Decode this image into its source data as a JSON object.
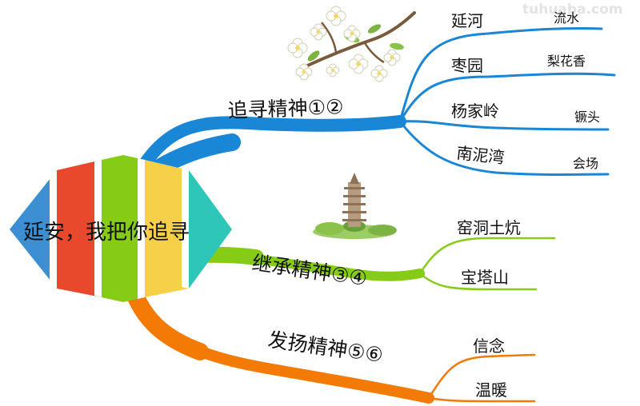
{
  "watermark": "tuhuaba.com",
  "central_topic": "延安，我把你追寻",
  "colors": {
    "blue": "#1a86d6",
    "green": "#86cc17",
    "orange": "#f27a05",
    "red": "#e8492d",
    "yellow": "#f7d04a",
    "teal": "#2ec6b9",
    "kite_blue": "#3d8fd3"
  },
  "branches": [
    {
      "label": "追寻精神①②",
      "color": "#1a86d6",
      "children": [
        {
          "label": "延河",
          "detail": "流水"
        },
        {
          "label": "枣园",
          "detail": "梨花香"
        },
        {
          "label": "杨家岭",
          "detail": "镢头"
        },
        {
          "label": "南泥湾",
          "detail": "会场"
        }
      ]
    },
    {
      "label": "继承精神③④",
      "color": "#86cc17",
      "children": [
        {
          "label": "窑洞土炕"
        },
        {
          "label": "宝塔山"
        }
      ]
    },
    {
      "label": "发扬精神⑤⑥",
      "color": "#f27a05",
      "children": [
        {
          "label": "信念"
        },
        {
          "label": "温暖"
        }
      ]
    }
  ],
  "decorations": [
    "pear-blossom-branch",
    "pagoda"
  ]
}
